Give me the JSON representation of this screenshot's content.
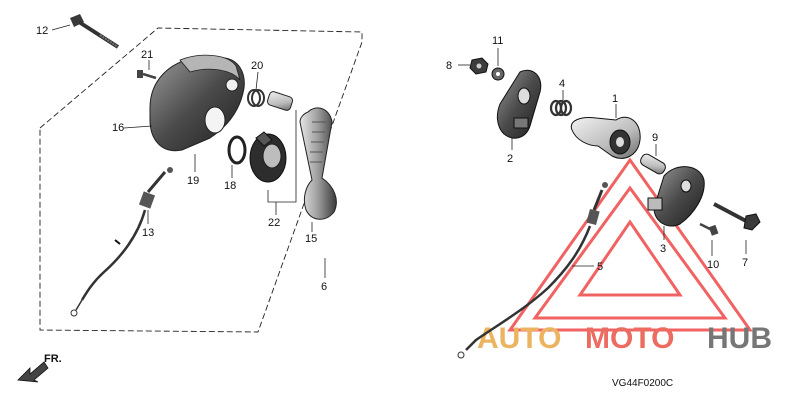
{
  "parts": [
    {
      "key": "p1",
      "number": "1"
    },
    {
      "key": "p2",
      "number": "2"
    },
    {
      "key": "p3",
      "number": "3"
    },
    {
      "key": "p4",
      "number": "4"
    },
    {
      "key": "p5",
      "number": "5"
    },
    {
      "key": "p6",
      "number": "6"
    },
    {
      "key": "p7",
      "number": "7"
    },
    {
      "key": "p8",
      "number": "8"
    },
    {
      "key": "p9",
      "number": "9"
    },
    {
      "key": "p10",
      "number": "10"
    },
    {
      "key": "p11",
      "number": "11"
    },
    {
      "key": "p12",
      "number": "12"
    },
    {
      "key": "p13",
      "number": "13"
    },
    {
      "key": "p15",
      "number": "15"
    },
    {
      "key": "p16",
      "number": "16"
    },
    {
      "key": "p18",
      "number": "18"
    },
    {
      "key": "p19",
      "number": "19"
    },
    {
      "key": "p20",
      "number": "20"
    },
    {
      "key": "p21",
      "number": "21"
    },
    {
      "key": "p22",
      "number": "22"
    }
  ],
  "front_marker": "FR.",
  "diagram_code": "VG44F0200C",
  "watermark": {
    "part1": "AUTO",
    "part2": "MOTO",
    "part3": "HUB",
    "color_auto": "#e8a23a",
    "color_moto": "#e8483a",
    "color_hub": "#555555",
    "triangle_color": "#ee3b3b"
  },
  "colors": {
    "line": "#222222",
    "part_dark": "#3c3c3c",
    "part_mid": "#8a8a8a",
    "part_light": "#d6d6d6"
  }
}
